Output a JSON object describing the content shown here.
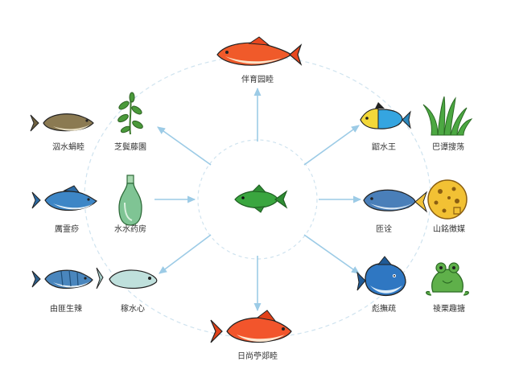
{
  "colors": {
    "arrow": "#9ccbe6",
    "ring": "#cfe3ef",
    "outline": "#222222"
  },
  "top_node": {
    "label": "伴育园睦",
    "icon": "orange-koi-fish-icon"
  },
  "bottom_node": {
    "label": "日尚苧郯睦",
    "icon": "red-koi-fish-icon"
  },
  "center_node": {
    "label": "",
    "icon": "green-fish-icon"
  },
  "left_nodes": [
    {
      "label": "泅水蜎睦",
      "icon": "brown-catfish-icon"
    },
    {
      "label": "芝鬓藤園",
      "icon": "waterweed-plant-icon"
    },
    {
      "label": "厲霊痧",
      "icon": "blue-fish-icon"
    },
    {
      "label": "水水药房",
      "icon": "green-bottle-icon"
    },
    {
      "label": "由匪生辣",
      "icon": "striped-fish-icon"
    },
    {
      "label": "稼水心",
      "icon": "silver-fish-icon"
    }
  ],
  "right_nodes": [
    {
      "label": "鼦水王",
      "icon": "yellow-blue-fish-icon"
    },
    {
      "label": "巴谭搜荡",
      "icon": "grass-clump-icon"
    },
    {
      "label": "匝诠",
      "icon": "tuna-fish-icon"
    },
    {
      "label": "山銘徴媒",
      "icon": "spotted-ball-icon"
    },
    {
      "label": "彪撫疏",
      "icon": "round-blue-fish-icon"
    },
    {
      "label": "祾栗趣搪",
      "icon": "green-frog-icon"
    }
  ]
}
